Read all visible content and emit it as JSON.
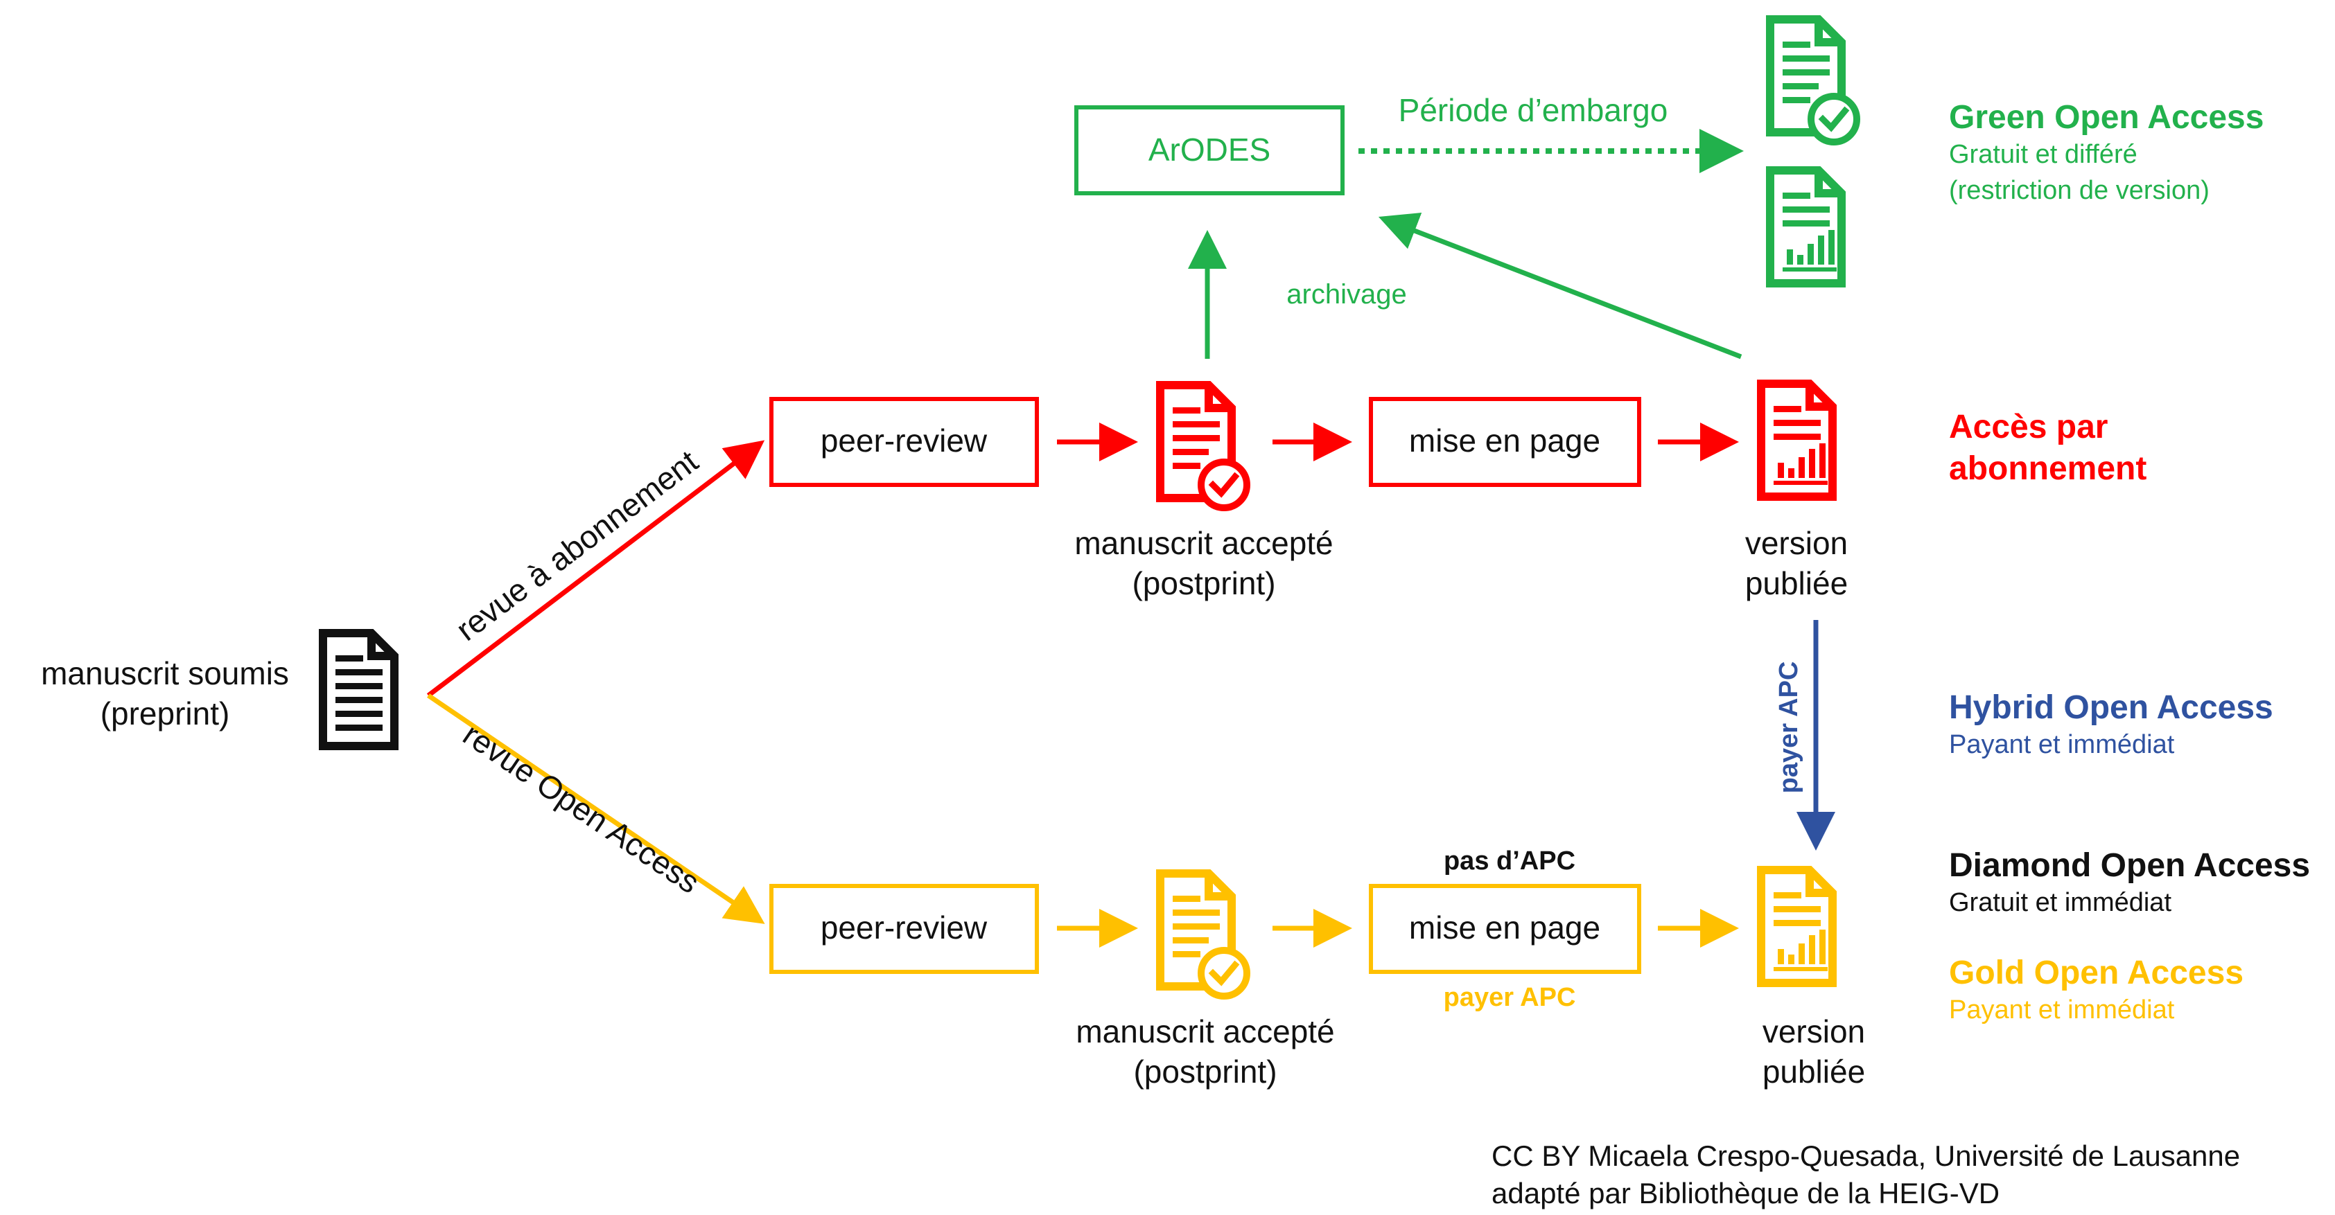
{
  "colors": {
    "red": "#ff0000",
    "green": "#22b14c",
    "yellow": "#ffc000",
    "blue": "#2f52a0",
    "black": "#111111"
  },
  "left": {
    "title": "manuscrit soumis",
    "subtitle": "(preprint)"
  },
  "branches": {
    "subscription": "revue à abonnement",
    "open_access": "revue Open Access"
  },
  "top_row": {
    "peer_review": "peer-review",
    "accepted_line1": "manuscrit accepté",
    "accepted_line2": "(postprint)",
    "layout": "mise en page",
    "published_line1": "version",
    "published_line2": "publiée"
  },
  "bottom_row": {
    "peer_review": "peer-review",
    "accepted_line1": "manuscrit accepté",
    "accepted_line2": "(postprint)",
    "no_apc": "pas d’APC",
    "layout": "mise en page",
    "pay_apc": "payer APC",
    "published_line1": "version",
    "published_line2": "publiée"
  },
  "repository": {
    "name": "ArODES",
    "embargo": "Période d’embargo",
    "archiving": "archivage"
  },
  "hybrid_arrow_label": "payer APC",
  "legend": {
    "green_title": "Green Open Access",
    "green_line1": "Gratuit et différé",
    "green_line2": "(restriction de version)",
    "red_line1": "Accès par",
    "red_line2": "abonnement",
    "hybrid_title": "Hybrid Open Access",
    "hybrid_sub": "Payant et immédiat",
    "diamond_title": "Diamond Open Access",
    "diamond_sub": "Gratuit et immédiat",
    "gold_title": "Gold Open Access",
    "gold_sub": "Payant et immédiat"
  },
  "credits": {
    "line1": "CC BY Micaela Crespo-Quesada, Université de Lausanne",
    "line2": "adapté par Bibliothèque de la HEIG-VD"
  },
  "icons": [
    "document-icon",
    "document-check-icon",
    "document-chart-icon"
  ]
}
